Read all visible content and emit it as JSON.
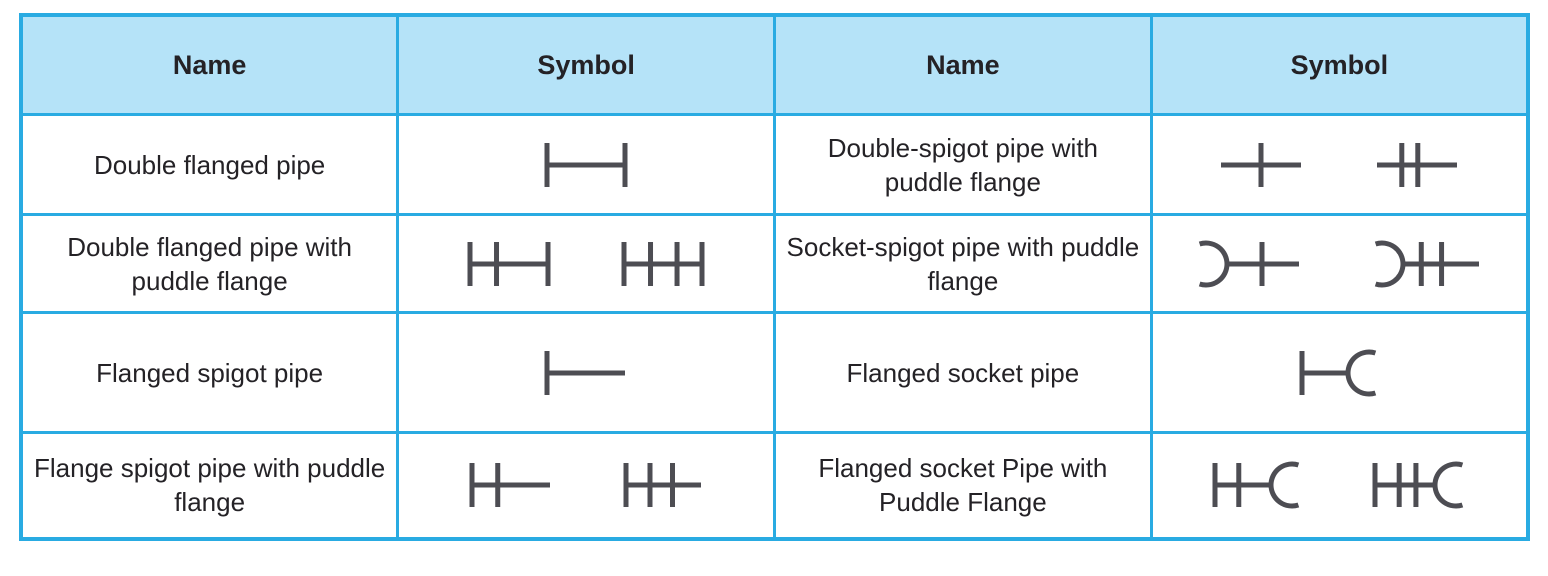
{
  "colors": {
    "grid_blue": "#29abe2",
    "header_bg": "#b5e3f8",
    "symbol_stroke": "#4d4d53",
    "text": "#242226",
    "page_bg": "#ffffff"
  },
  "table": {
    "headers": [
      "Name",
      "Symbol",
      "Name",
      "Symbol"
    ],
    "rows": [
      {
        "cells": [
          {
            "type": "name",
            "text": "Double flanged pipe"
          },
          {
            "type": "symbols",
            "symbols": [
              {
                "bars": [
                  0,
                  100
                ],
                "len": 78,
                "meaning": "double-flanged-pipe"
              }
            ]
          },
          {
            "type": "name",
            "text": "Double-spigot pipe with\npuddle flange"
          },
          {
            "type": "symbols",
            "symbols": [
              {
                "bars": [
                  50
                ],
                "len": 80,
                "meaning": "double-spigot-puddle-flange-single"
              },
              {
                "bars": [
                  31,
                  51
                ],
                "len": 80,
                "meaning": "double-spigot-puddle-flange-double"
              }
            ]
          }
        ]
      },
      {
        "cells": [
          {
            "type": "name",
            "text": "Double flanged pipe with\npuddle flange"
          },
          {
            "type": "symbols",
            "symbols": [
              {
                "bars": [
                  0,
                  34,
                  100
                ],
                "len": 78,
                "meaning": "double-flanged-puddle-flange-single"
              },
              {
                "bars": [
                  0,
                  34,
                  68,
                  100
                ],
                "len": 78,
                "meaning": "double-flanged-puddle-flange-double"
              }
            ]
          },
          {
            "type": "name",
            "text": "Socket-spigot pipe with puddle\nflange"
          },
          {
            "type": "symbols",
            "symbols": [
              {
                "socket": "left",
                "bars": [
                  50
                ],
                "len": 74,
                "meaning": "socket-spigot-puddle-flange-single"
              },
              {
                "socket": "left",
                "bars": [
                  26,
                  52
                ],
                "len": 78,
                "meaning": "socket-spigot-puddle-flange-double"
              }
            ]
          }
        ]
      },
      {
        "cells": [
          {
            "type": "name",
            "text": "Flanged spigot pipe"
          },
          {
            "type": "symbols",
            "symbols": [
              {
                "bars": [
                  0
                ],
                "len": 78,
                "meaning": "flanged-spigot-pipe"
              }
            ]
          },
          {
            "type": "name",
            "text": "Flanged socket pipe"
          },
          {
            "type": "symbols",
            "symbols": [
              {
                "bars": [
                  0
                ],
                "socket": "right",
                "len": 48,
                "meaning": "flanged-socket-pipe"
              }
            ]
          }
        ]
      },
      {
        "cells": [
          {
            "type": "name",
            "text": "Flange spigot pipe with puddle\nflange"
          },
          {
            "type": "symbols",
            "symbols": [
              {
                "bars": [
                  0,
                  33
                ],
                "len": 78,
                "meaning": "flange-spigot-puddle-flange-single"
              },
              {
                "bars": [
                  0,
                  32,
                  62
                ],
                "len": 75,
                "meaning": "flange-spigot-puddle-flange-double"
              }
            ]
          },
          {
            "type": "name",
            "text": "Flanged socket Pipe with\nPuddle Flange"
          },
          {
            "type": "symbols",
            "symbols": [
              {
                "bars": [
                  0,
                  41
                ],
                "socket": "right",
                "len": 58,
                "meaning": "flanged-socket-puddle-flange-single"
              },
              {
                "bars": [
                  0,
                  39,
                  66
                ],
                "socket": "right",
                "len": 62,
                "meaning": "flanged-socket-puddle-flange-double"
              }
            ]
          }
        ]
      }
    ]
  }
}
